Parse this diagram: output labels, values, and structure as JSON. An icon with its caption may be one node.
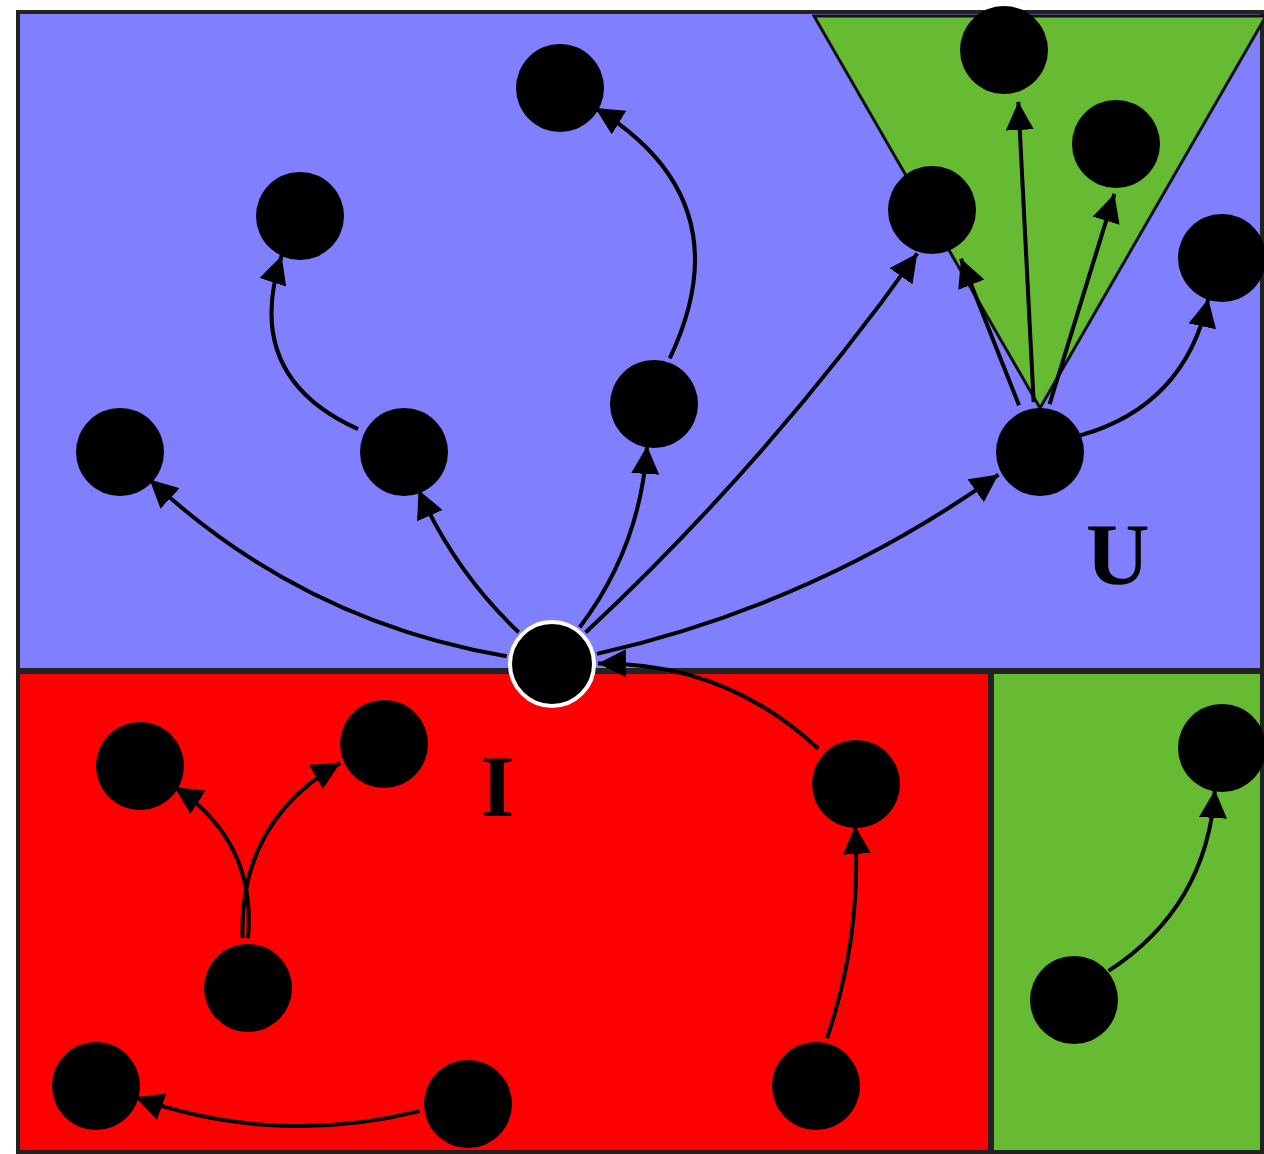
{
  "diagram": {
    "nodes": [
      {
        "text": [],
        "shape": "box"
      },
      {
        "text": [],
        "shape": "triangle",
        "in": 0
      },
      {
        "text": [],
        "shape": "box"
      },
      {
        "text": [],
        "shape": "box"
      },
      {
        "text": [],
        "shape": "circle",
        "in": 1
      },
      {
        "text": [],
        "shape": "circle",
        "in": 0
      },
      {
        "text": [],
        "shape": "circle",
        "in": 1
      },
      {
        "text": [],
        "shape": "circle",
        "in": 0
      },
      {
        "text": [],
        "shape": "circle",
        "in": 1
      },
      {
        "text": [],
        "shape": "circle",
        "in": 0
      },
      {
        "text": [],
        "shape": "circle",
        "in": 0
      },
      {
        "text": [],
        "shape": "circle",
        "in": 0
      },
      {
        "text": [],
        "shape": "circle",
        "in": 0
      },
      {
        "text": [],
        "shape": "circle",
        "in": 0
      },
      {
        "text": [],
        "shape": "circle"
      },
      {
        "text": [],
        "shape": "circle",
        "in": 2
      },
      {
        "text": [],
        "shape": "circle",
        "in": 3
      },
      {
        "text": [],
        "shape": "circle",
        "in": 2
      },
      {
        "text": [],
        "shape": "circle",
        "in": 2
      },
      {
        "text": [],
        "shape": "circle",
        "in": 2
      },
      {
        "text": [],
        "shape": "circle",
        "in": 3
      },
      {
        "text": [],
        "shape": "circle",
        "in": 2
      },
      {
        "text": [],
        "shape": "circle",
        "in": 2
      },
      {
        "text": [],
        "shape": "circle",
        "in": 2
      }
    ],
    "edges": [
      {
        "from": 14,
        "to": 11,
        "arrow": "to"
      },
      {
        "from": 14,
        "to": 12,
        "arrow": "to"
      },
      {
        "from": 14,
        "to": 10,
        "arrow": "to"
      },
      {
        "from": 14,
        "to": 8,
        "arrow": "to"
      },
      {
        "from": 14,
        "to": 13,
        "arrow": "to"
      },
      {
        "from": 12,
        "to": 7,
        "arrow": "to"
      },
      {
        "from": 10,
        "to": 5,
        "arrow": "to"
      },
      {
        "from": 13,
        "to": 8,
        "arrow": "to"
      },
      {
        "from": 13,
        "to": 4,
        "arrow": "to"
      },
      {
        "from": 13,
        "to": 6,
        "arrow": "to"
      },
      {
        "from": 13,
        "to": 9,
        "arrow": "to"
      },
      {
        "from": 18,
        "to": 14,
        "arrow": "to"
      },
      {
        "from": 22,
        "to": 18,
        "arrow": "to"
      },
      {
        "from": 19,
        "to": 17,
        "arrow": "to"
      },
      {
        "from": 19,
        "to": 15,
        "arrow": "to"
      },
      {
        "from": 23,
        "to": 21,
        "arrow": "to"
      },
      {
        "from": 20,
        "to": 16,
        "arrow": "to"
      }
    ],
    "labels": [
      "U",
      "I"
    ]
  }
}
